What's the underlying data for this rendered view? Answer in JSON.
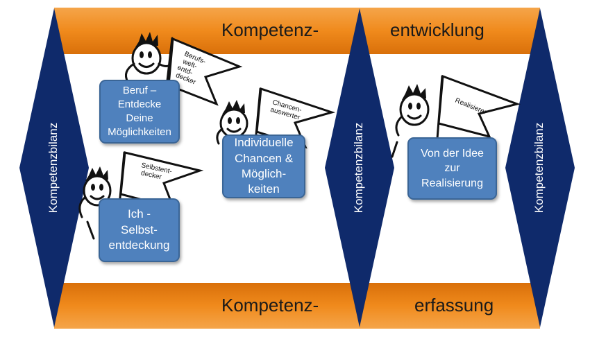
{
  "bars": {
    "top_left": "Kompetenz-",
    "top_right": "entwicklung",
    "bottom_left": "Kompetenz-",
    "bottom_right": "erfassung"
  },
  "side_labels": {
    "left": "Kompetenzbilanz",
    "middle": "Kompetenzbilanz",
    "right": "Kompetenzbilanz"
  },
  "boxes": {
    "beruf": "Beruf –\nEntdecke\nDeine\nMöglichkeiten",
    "selbst": "Ich -\nSelbst-\nentdeckung",
    "chancen": "Individuelle\nChancen &\nMöglich-\nkeiten",
    "idee": "Von der Idee\nzur\nRealisierung"
  },
  "flags": {
    "berufswelt": [
      "Berufs-",
      "welt-",
      "entd-",
      "decker"
    ],
    "selbst": [
      "Selbstent-",
      "decker"
    ],
    "chancen": [
      "Chancen-",
      "auswerter"
    ],
    "realisierer": [
      "Realisierer"
    ]
  },
  "colors": {
    "navy": "#0f2a6b",
    "orange": "#f08a1c",
    "box_blue": "#4f81bd"
  }
}
